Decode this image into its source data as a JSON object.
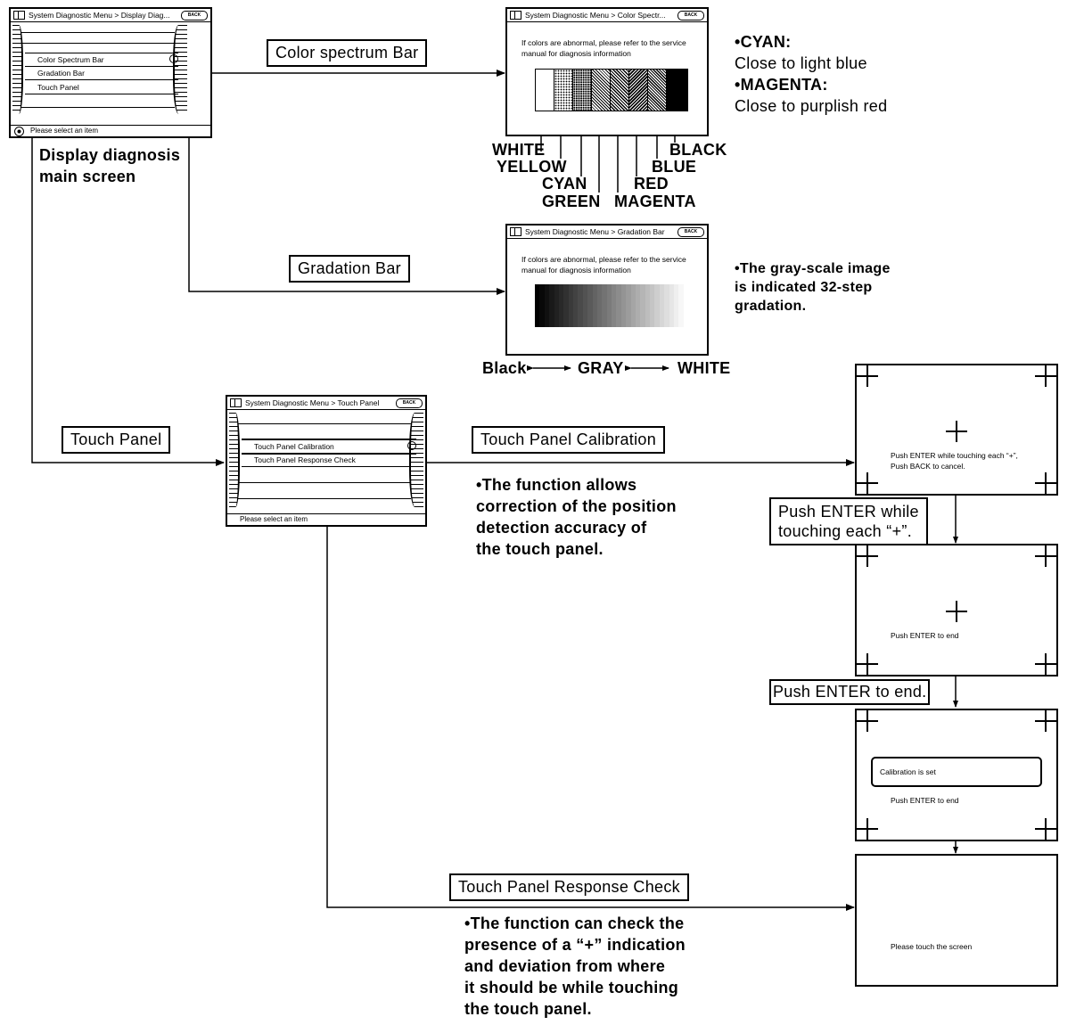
{
  "main_screen": {
    "title": "System Diagnostic Menu > Display Diag...",
    "back": "BACK",
    "items": [
      "Color Spectrum Bar",
      "Gradation Bar",
      "Touch Panel"
    ],
    "status": "Please select an item",
    "caption": [
      "Display diagnosis",
      "main screen"
    ]
  },
  "labels": {
    "color_spectrum_bar": "Color spectrum Bar",
    "gradation_bar": "Gradation Bar",
    "touch_panel": "Touch Panel",
    "touch_panel_calibration": "Touch Panel Calibration",
    "touch_panel_response_check": "Touch Panel Response Check",
    "push_enter_while": [
      "Push ENTER while",
      "touching each  “+”."
    ],
    "push_enter_to_end": "Push ENTER to end."
  },
  "color_screen": {
    "title": "System Diagnostic Menu > Color Spectr...",
    "back": "BACK",
    "message": [
      "If colors are abnormal, please refer to the service",
      "manual for diagnosis information"
    ],
    "colors": [
      "WHITE",
      "YELLOW",
      "CYAN",
      "GREEN",
      "MAGENTA",
      "RED",
      "BLUE",
      "BLACK"
    ]
  },
  "color_notes": [
    "•CYAN:",
    "Close to light blue",
    "•MAGENTA:",
    "Close to purplish red"
  ],
  "gradation_screen": {
    "title": "System Diagnostic Menu > Gradation Bar",
    "back": "BACK",
    "message": [
      "If colors are abnormal, please refer to the service",
      "manual for diagnosis information"
    ],
    "steps": 32
  },
  "gradation_scale": {
    "left": "Black",
    "middle": "GRAY",
    "right": "WHITE"
  },
  "gradation_notes": [
    "•The gray-scale image",
    "is indicated 32-step",
    "gradation."
  ],
  "touch_screen": {
    "title": "System Diagnostic Menu > Touch Panel",
    "back": "BACK",
    "items": [
      "Touch Panel Calibration",
      "Touch Panel Response Check"
    ],
    "status": "Please select an item"
  },
  "calibration_note": [
    "•The function allows",
    "correction of the position",
    "detection accuracy of",
    "the touch panel."
  ],
  "response_note": [
    "•The function can check the",
    "presence of a “+” indication",
    "and deviation from where",
    "it should be while touching",
    "the touch panel."
  ],
  "calib_screens": {
    "screen1": [
      "Push ENTER while touching each “+”,",
      "Push BACK to cancel."
    ],
    "screen2": "Push ENTER to end",
    "screen3_box": "Calibration is set",
    "screen3": "Push ENTER to end",
    "screen4": "Please touch the screen"
  }
}
